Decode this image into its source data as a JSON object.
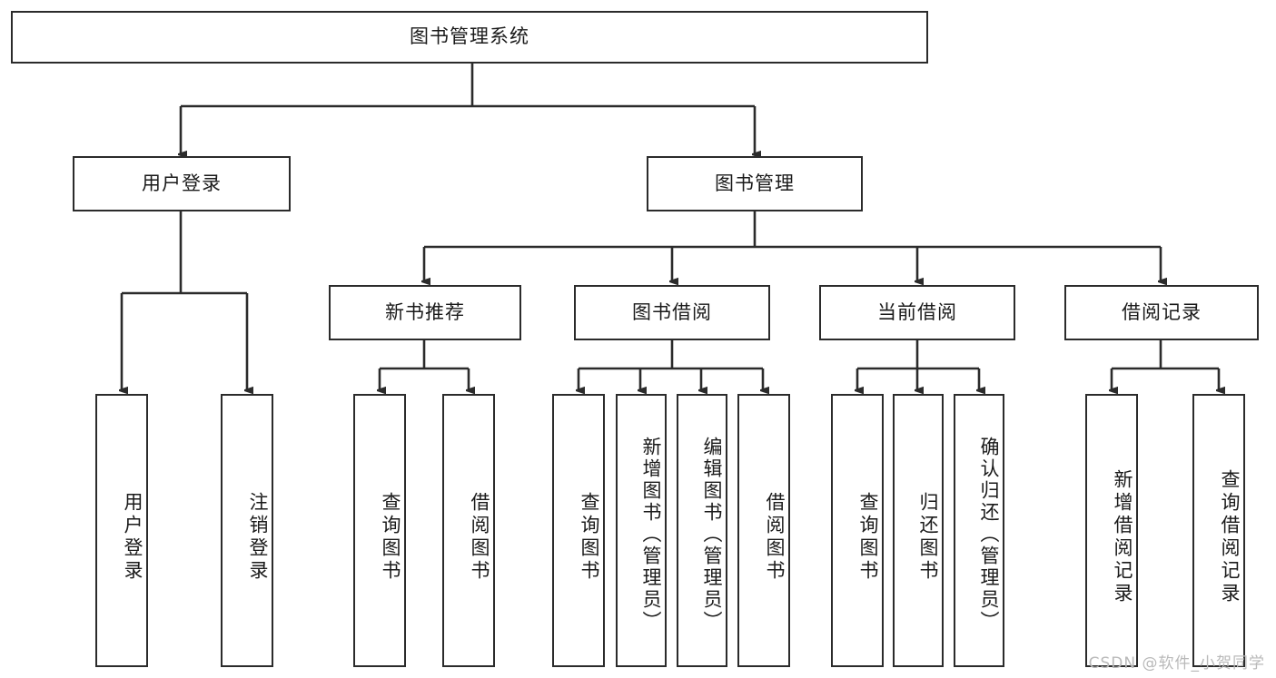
{
  "diagram": {
    "type": "tree",
    "title": "图书管理系统",
    "root": {
      "label": "图书管理系统"
    },
    "level2": [
      {
        "label": "用户登录"
      },
      {
        "label": "图书管理"
      }
    ],
    "level3": [
      {
        "label": "新书推荐"
      },
      {
        "label": "图书借阅"
      },
      {
        "label": "当前借阅"
      },
      {
        "label": "借阅记录"
      }
    ],
    "leaves": {
      "user_login": [
        {
          "label": "用户登录"
        },
        {
          "label": "注销登录"
        }
      ],
      "new_book_recommend": [
        {
          "label": "查询图书"
        },
        {
          "label": "借阅图书"
        }
      ],
      "book_borrow": [
        {
          "label": "查询图书"
        },
        {
          "label": "新增图书（管理员）"
        },
        {
          "label": "编辑图书（管理员）"
        },
        {
          "label": "借阅图书"
        }
      ],
      "current_borrow": [
        {
          "label": "查询图书"
        },
        {
          "label": "归还图书"
        },
        {
          "label": "确认归还（管理员）"
        }
      ],
      "borrow_records": [
        {
          "label": "新增借阅记录"
        },
        {
          "label": "查询借阅记录"
        }
      ]
    }
  },
  "watermark": {
    "text": "CSDN @软件_小贺同学"
  },
  "colors": {
    "stroke": "#2b2b2b",
    "background": "#ffffff",
    "text": "#1a1a1a",
    "watermark": "#b9b9b9"
  }
}
